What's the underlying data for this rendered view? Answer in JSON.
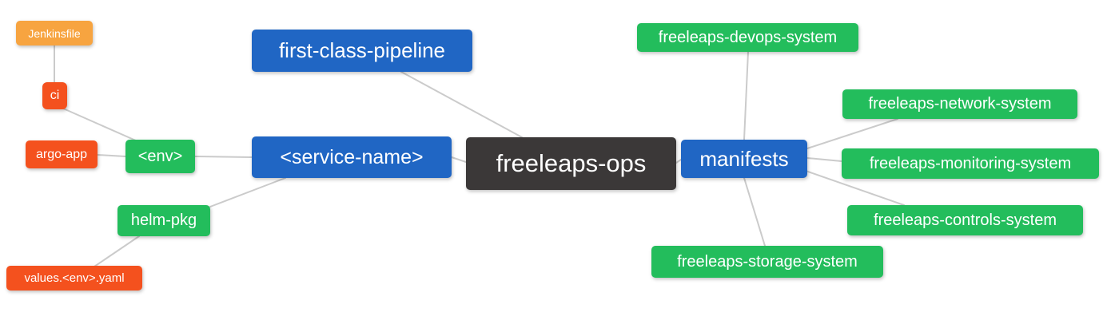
{
  "diagram": {
    "type": "mindmap",
    "root_label": "freeleaps-ops"
  },
  "colors": {
    "blue_node": "#2066c4",
    "green_node": "#23bd5c",
    "orange_node": "#f7a440",
    "red_node": "#f4511e",
    "dark_node": "#3b3838",
    "edge": "#cbcbcb",
    "node_text": "#ffffff",
    "background": "#ffffff"
  },
  "nodes": {
    "jenkinsfile": {
      "label": "Jenkinsfile",
      "color": "orange"
    },
    "ci": {
      "label": "ci",
      "color": "red"
    },
    "argo_app": {
      "label": "argo-app",
      "color": "red"
    },
    "env": {
      "label": "<env>",
      "color": "green"
    },
    "helm_pkg": {
      "label": "helm-pkg",
      "color": "green"
    },
    "values_env_yaml": {
      "label": "values.<env>.yaml",
      "color": "red"
    },
    "first_class_pipeline": {
      "label": "first-class-pipeline",
      "color": "blue"
    },
    "service_name": {
      "label": "<service-name>",
      "color": "blue"
    },
    "freeleaps_ops": {
      "label": "freeleaps-ops",
      "color": "dark"
    },
    "manifests": {
      "label": "manifests",
      "color": "blue"
    },
    "devops_system": {
      "label": "freeleaps-devops-system",
      "color": "green"
    },
    "network_system": {
      "label": "freeleaps-network-system",
      "color": "green"
    },
    "monitoring_system": {
      "label": "freeleaps-monitoring-system",
      "color": "green"
    },
    "controls_system": {
      "label": "freeleaps-controls-system",
      "color": "green"
    },
    "storage_system": {
      "label": "freeleaps-storage-system",
      "color": "green"
    }
  },
  "edges": [
    {
      "from": "jenkinsfile",
      "to": "ci"
    },
    {
      "from": "ci",
      "to": "env"
    },
    {
      "from": "argo_app",
      "to": "env"
    },
    {
      "from": "env",
      "to": "service_name"
    },
    {
      "from": "service_name",
      "to": "helm_pkg"
    },
    {
      "from": "helm_pkg",
      "to": "values_env_yaml"
    },
    {
      "from": "first_class_pipeline",
      "to": "freeleaps_ops"
    },
    {
      "from": "service_name",
      "to": "freeleaps_ops"
    },
    {
      "from": "freeleaps_ops",
      "to": "manifests"
    },
    {
      "from": "manifests",
      "to": "devops_system"
    },
    {
      "from": "manifests",
      "to": "network_system"
    },
    {
      "from": "manifests",
      "to": "monitoring_system"
    },
    {
      "from": "manifests",
      "to": "controls_system"
    },
    {
      "from": "manifests",
      "to": "storage_system"
    }
  ]
}
